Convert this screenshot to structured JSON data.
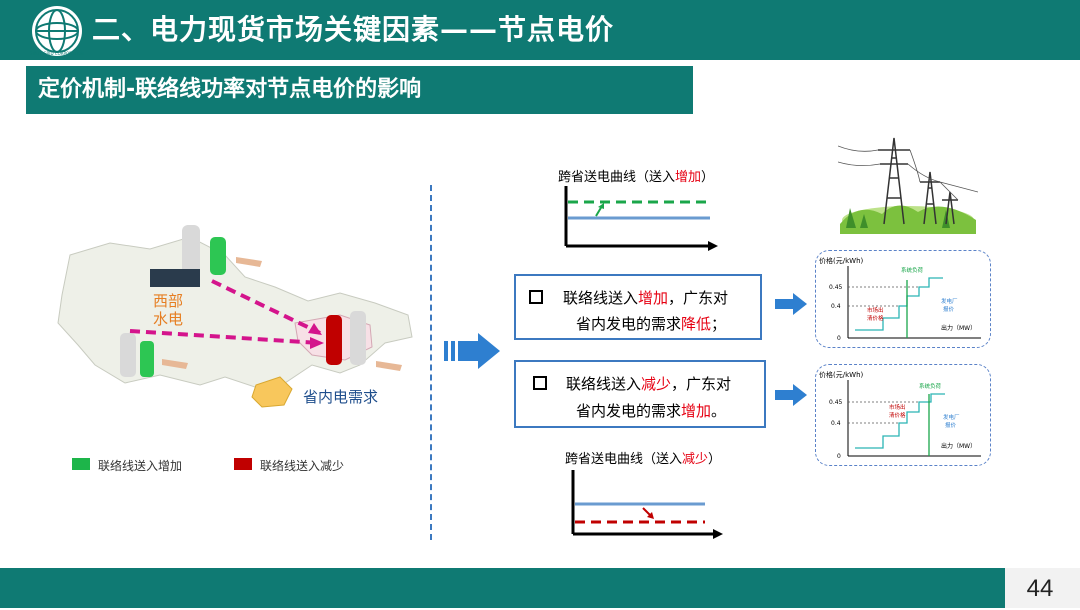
{
  "header": {
    "title": "二、电力现货市场关键因素——节点电价",
    "subtitle": "定价机制-联络线功率对节点电价的影响",
    "logo_text": "STATE GRID CORPORATION"
  },
  "map": {
    "west_hydro_line1": "西部",
    "west_hydro_line2": "水电",
    "province_demand": "省内电需求"
  },
  "legend": {
    "increase": "联络线送入增加",
    "decrease": "联络线送入减少",
    "increase_color": "#1db54a",
    "decrease_color": "#c00000"
  },
  "curve_top": {
    "title_prefix": "跨省送电曲线（送入",
    "title_highlight": "增加",
    "title_suffix": "）"
  },
  "curve_bottom": {
    "title_prefix": "跨省送电曲线（送入",
    "title_highlight": "减少",
    "title_suffix": "）"
  },
  "box_top": {
    "line1_prefix": "联络线送入",
    "line1_highlight": "增加",
    "line1_suffix": "，广东对",
    "line2_prefix": "省内发电的需求",
    "line2_highlight": "降低",
    "line2_suffix": "；"
  },
  "box_bottom": {
    "line1_prefix": "联络线送入",
    "line1_highlight": "减少",
    "line1_suffix": "，广东对",
    "line2_prefix": "省内发电的需求",
    "line2_highlight": "增加",
    "line2_suffix": "。"
  },
  "price_chart_top": {
    "ylabel": "价格(元/kWh)",
    "xlabel": "出力（MW）",
    "ticks": [
      "0.45",
      "0.4",
      "0"
    ],
    "load_label": "系统负荷",
    "clearing_label_1": "市场出",
    "clearing_label_2": "清价格",
    "bid_label_1": "发电厂",
    "bid_label_2": "报价"
  },
  "price_chart_bottom": {
    "ylabel": "价格(元/kWh)",
    "xlabel": "出力（MW）",
    "ticks": [
      "0.45",
      "0.4",
      "0"
    ],
    "load_label": "系统负荷",
    "clearing_label_1": "市场出",
    "clearing_label_2": "清价格",
    "bid_label_1": "发电厂",
    "bid_label_2": "报价"
  },
  "page_number": "44",
  "colors": {
    "teal": "#0f7a73",
    "red": "#e60012",
    "blue": "#3c79c0",
    "green_dashed": "#1aa64a",
    "curve_blue": "#6a9bd0",
    "curve_red": "#c00000",
    "arrow_blue": "#2e7fd0",
    "map_fill": "#eef0e8",
    "guangdong_fill": "#f7e0e6",
    "island_fill": "#f8c75c"
  }
}
